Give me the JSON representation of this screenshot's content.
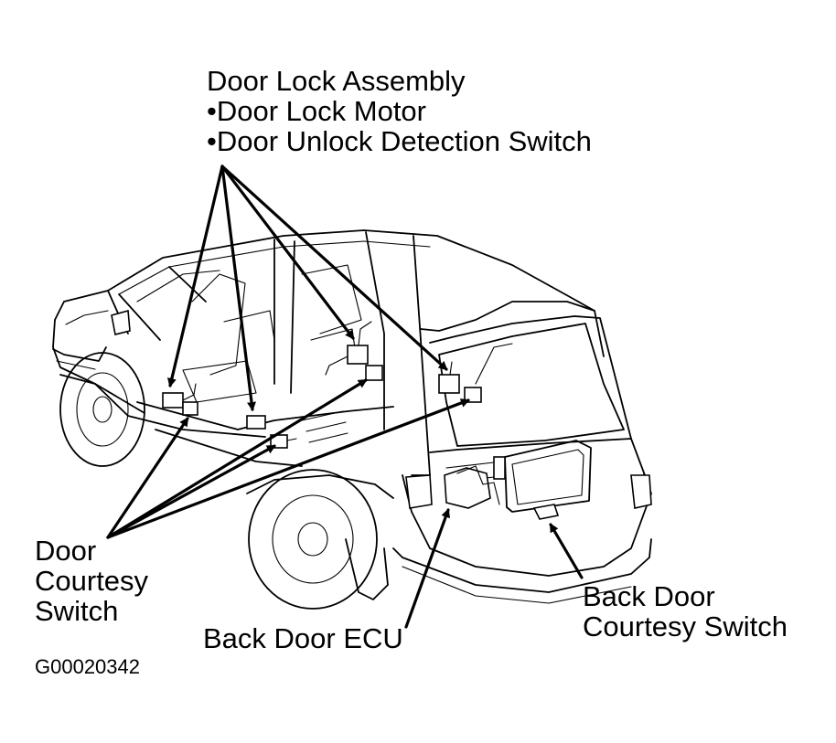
{
  "labels": {
    "door_lock_assembly": {
      "title": "Door Lock Assembly",
      "items": [
        "Door Lock Motor",
        "Door Unlock Detection Switch"
      ]
    },
    "door_courtesy_switch": [
      "Door",
      "Courtesy",
      "Switch"
    ],
    "back_door_ecu": "Back Door ECU",
    "back_door_courtesy_switch": [
      "Back Door",
      "Courtesy Switch"
    ]
  },
  "figure_id": "G00020342",
  "colors": {
    "ink": "#000000",
    "paper": "#ffffff"
  }
}
